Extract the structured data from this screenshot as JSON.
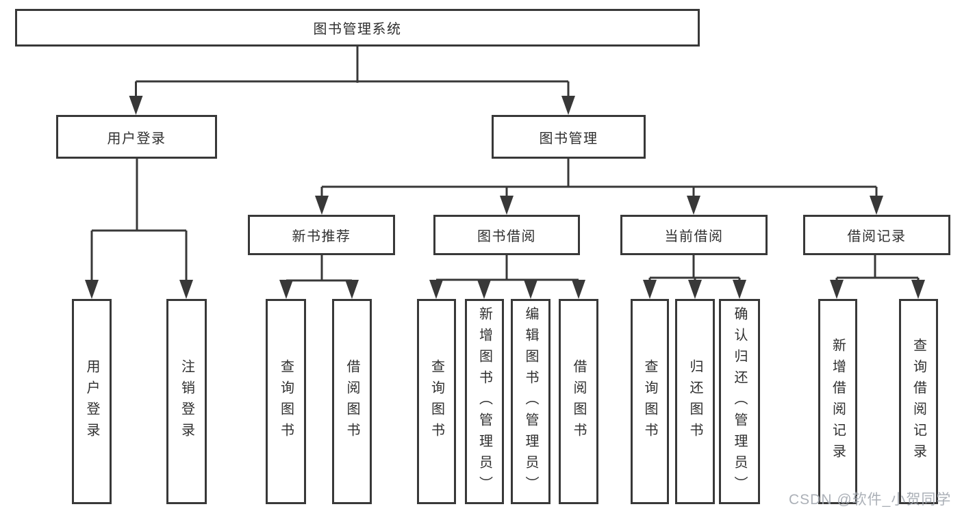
{
  "nodes": {
    "system": "图书管理系统",
    "user_login": "用户登录",
    "book_management": "图书管理",
    "new_book_recommend": "新书推荐",
    "book_borrow": "图书借阅",
    "current_borrow": "当前借阅",
    "borrow_records": "借阅记录",
    "leaf_user_login": "用户登录",
    "leaf_logout": "注销登录",
    "leaf_rec_query_books": "查询图书",
    "leaf_rec_borrow_books": "借阅图书",
    "leaf_bor_query_books": "查询图书",
    "leaf_bor_add_books_admin": "新增图书（管理员）",
    "leaf_bor_edit_books_admin": "编辑图书（管理员）",
    "leaf_bor_borrow_books": "借阅图书",
    "leaf_cur_query_books": "查询图书",
    "leaf_cur_return_books": "归还图书",
    "leaf_cur_confirm_return_admin": "确认归还（管理员）",
    "leaf_records_add_record": "新增借阅记录",
    "leaf_records_query_record": "查询借阅记录"
  },
  "watermark": "CSDN @软件_小贺同学",
  "colors": {
    "line": "#383838",
    "text": "#2f2f2f",
    "watermark": "#a3a8b0",
    "background": "#ffffff"
  }
}
